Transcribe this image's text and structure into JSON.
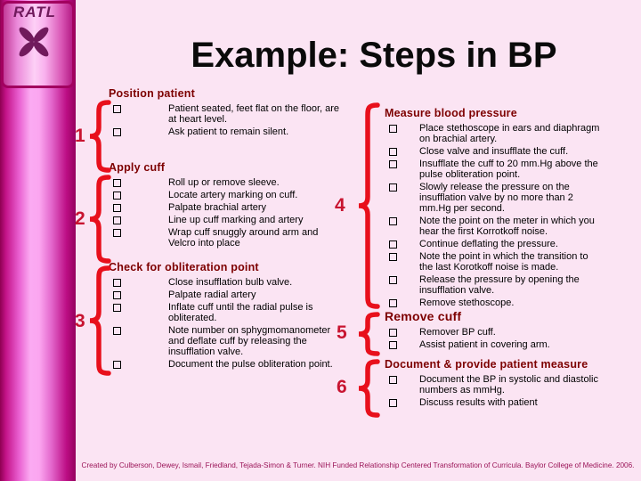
{
  "slide": {
    "logo_text": "RATL",
    "title": "Example: Steps in BP",
    "footer": "Created by Culberson, Dewey, Ismail, Friedland, Tejada-Simon & Turner. NIH Funded Relationship Centered Transformation of Curricula. Baylor College of Medicine. 2006."
  },
  "colors": {
    "background": "#fbe4f3",
    "bar_dark": "#95005d",
    "bar_light": "#fbaaf2",
    "heading": "#7d0000",
    "number": "#c81430",
    "brace": "#e8101c",
    "logo": "#701a5c",
    "footer_text": "#9b1558"
  },
  "sections": [
    {
      "number": "1",
      "heading": "Position patient",
      "items": [
        "Patient seated, feet flat on the floor, are\nat heart level.",
        "Ask patient to remain silent."
      ]
    },
    {
      "number": "2",
      "heading": "Apply cuff",
      "items": [
        "Roll up or remove sleeve.",
        "Locate artery marking on cuff.",
        "Palpate brachial artery",
        "Line up cuff marking and artery",
        "Wrap cuff snuggly around arm and\nVelcro into place"
      ]
    },
    {
      "number": "3",
      "heading": "Check for obliteration point",
      "items": [
        "Close insufflation bulb valve.",
        "Palpate radial artery",
        "Inflate cuff until the radial pulse is\nobliterated.",
        "Note number on sphygmomanometer\nand deflate cuff by releasing the\ninsufflation valve.",
        "Document the pulse obliteration point."
      ]
    },
    {
      "number": "4",
      "heading": "Measure blood pressure",
      "items": [
        "Place stethoscope in ears and diaphragm\non brachial artery.",
        "Close valve and insufflate the cuff.",
        "Insufflate the cuff to 20 mm.Hg above the\npulse obliteration point.",
        "Slowly release the pressure on the\ninsufflation valve by no more than 2\nmm.Hg per second.",
        "Note the point on the meter in which you\nhear the first Korrotkoff noise.",
        "Continue deflating the pressure.",
        "Note the point in which the transition to\nthe last Korotkoff noise is made.",
        "Release the pressure by opening the\ninsufflation valve.",
        "Remove stethoscope."
      ]
    },
    {
      "number": "5",
      "heading": "Remove cuff",
      "items": [
        "Remover BP cuff.",
        "Assist patient in covering arm."
      ]
    },
    {
      "number": "6",
      "heading": "Document & provide patient measure",
      "items": [
        "Document the BP in systolic and diastolic\nnumbers as mmHg.",
        "Discuss results with patient"
      ]
    }
  ]
}
